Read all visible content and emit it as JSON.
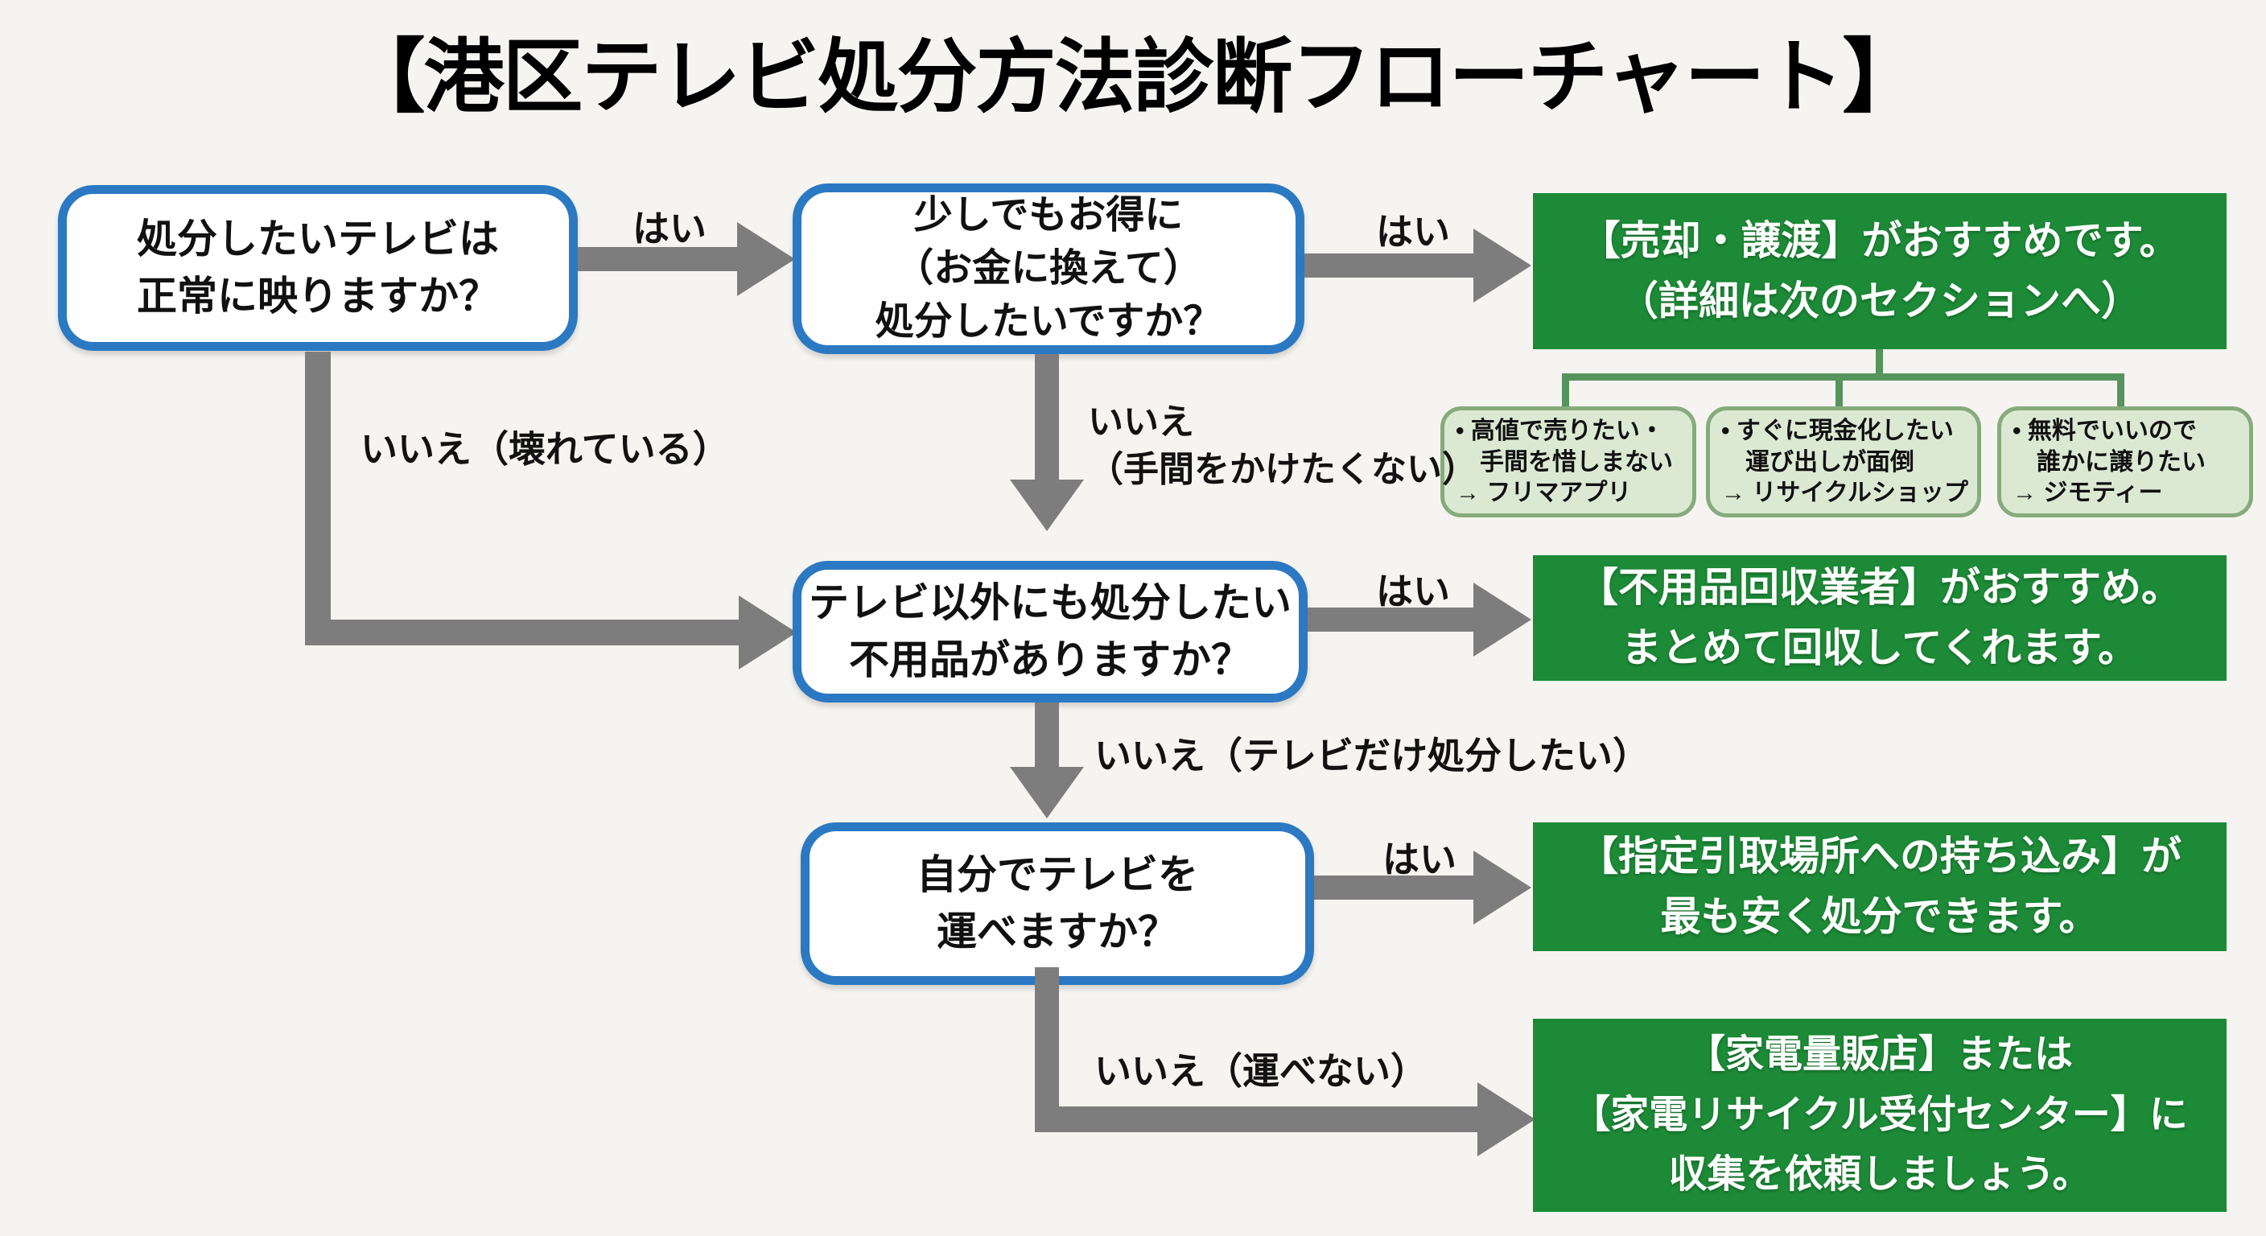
{
  "title": "【港区テレビ処分方法診断フローチャート】",
  "questions": [
    {
      "lines": [
        "処分したいテレビは",
        "正常に映りますか？"
      ]
    },
    {
      "lines": [
        "少しでもお得に",
        "（お金に換えて）",
        "処分したいですか？"
      ]
    },
    {
      "lines": [
        "テレビ以外にも処分したい",
        "不用品がありますか？"
      ]
    },
    {
      "lines": [
        "自分でテレビを",
        "運べますか？"
      ]
    }
  ],
  "results": [
    {
      "lines": [
        "【売却・譲渡】がおすすめです。",
        "（詳細は次のセクションへ）"
      ]
    },
    {
      "lines": [
        "【不用品回収業者】がおすすめ。",
        "まとめて回収してくれます。"
      ]
    },
    {
      "lines": [
        "【指定引取場所への持ち込み】が",
        "最も安く処分できます。"
      ]
    },
    {
      "lines": [
        "【家電量販店】または",
        "【家電リサイクル受付センター】に",
        "収集を依頼しましょう。"
      ]
    }
  ],
  "options": [
    {
      "lines": [
        "• 高値で売りたい・",
        "　手間を惜しまない",
        "→ フリマアプリ"
      ]
    },
    {
      "lines": [
        "• すぐに現金化したい",
        "　運び出しが面倒",
        "→ リサイクルショップ"
      ]
    },
    {
      "lines": [
        "• 無料でいいので",
        "　誰かに譲りたい",
        "→ ジモティー"
      ]
    }
  ],
  "edge_labels": {
    "q1_yes": "はい",
    "q1_no": "いいえ（壊れている）",
    "q2_yes": "はい",
    "q2_no_line1": "いいえ",
    "q2_no_line2": "（手間をかけたくない）",
    "q3_yes": "はい",
    "q3_no": "いいえ（テレビだけ処分したい）",
    "q4_yes": "はい",
    "q4_no": "いいえ（運べない）"
  },
  "colors": {
    "question_border": "#2b79c2",
    "result_bg": "#1c8a36",
    "option_bg": "#dbe9d3",
    "option_border": "#86ab7c",
    "arrow": "#7d7d7d",
    "connector": "#55945c",
    "background": "#f6f4f0"
  }
}
